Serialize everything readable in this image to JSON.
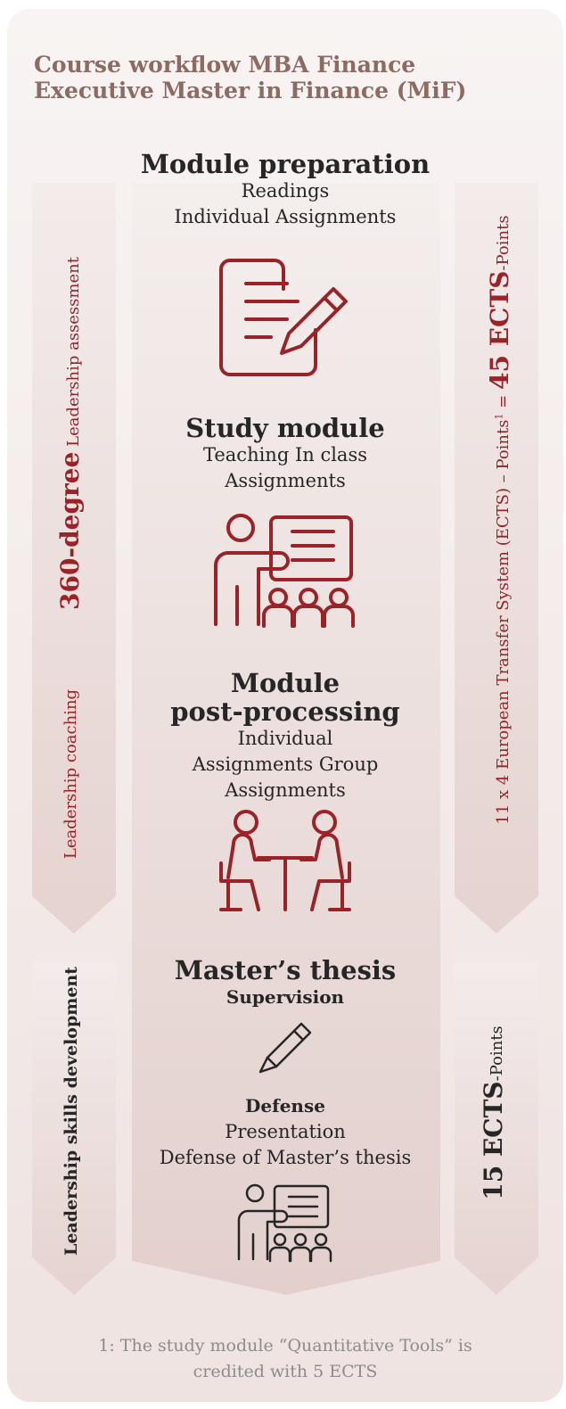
{
  "title": {
    "line1": "Course workflow MBA Finance",
    "line2": "Executive Master in Finance (MiF)"
  },
  "left_column": {
    "assessment_bold": "360-degree",
    "assessment_rest": " Leadership assessment",
    "coaching": "Leadership coaching",
    "skills": "Leadership skills development"
  },
  "right_column": {
    "top_prefix": "11 x 4 European Transfer System (ECTS) – Points",
    "top_sup": "1",
    "top_equals": " = ",
    "top_bold": "45 ECTS",
    "top_suffix": "-Points",
    "bottom_bold": "15 ECTS",
    "bottom_suffix": "-Points"
  },
  "steps": {
    "preparation": {
      "heading": "Module preparation",
      "line1": "Readings",
      "line2": "Individual Assignments",
      "icon": "document-pencil-icon"
    },
    "study": {
      "heading": "Study module",
      "line1": "Teaching In class",
      "line2": "Assignments",
      "icon": "teacher-class-icon"
    },
    "postprocessing": {
      "heading1": "Module",
      "heading2": "post-processing",
      "line1": "Individual",
      "line2": "Assignments Group",
      "line3": "Assignments",
      "icon": "two-people-table-icon"
    },
    "thesis": {
      "heading": "Master’s thesis",
      "sub": "Supervision",
      "icon": "pencil-icon"
    },
    "defense": {
      "heading": "Defense",
      "line1": "Presentation",
      "line2": "Defense of Master’s thesis",
      "icon": "presenter-audience-icon"
    }
  },
  "footnote": {
    "line1": "1: The study module “Quantitative Tools” is",
    "line2": "credited with 5 ECTS"
  },
  "colors": {
    "accent_red": "#9b2226",
    "title_brown": "#8e6a62",
    "text_dark": "#262626",
    "footnote_gray": "#8c8c8c"
  }
}
